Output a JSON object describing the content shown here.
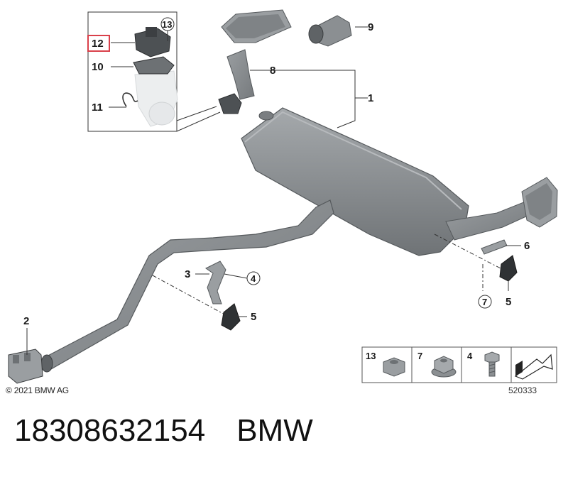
{
  "callouts": {
    "c1": "1",
    "c2": "2",
    "c3": "3",
    "c4": "4",
    "c5a": "5",
    "c5b": "5",
    "c6": "6",
    "c7": "7",
    "c8": "8",
    "c9": "9",
    "c10": "10",
    "c11": "11",
    "c12": "12",
    "c13": "13"
  },
  "legend": [
    {
      "number": "13",
      "icon": "hex-nut-icon"
    },
    {
      "number": "7",
      "icon": "flange-nut-icon"
    },
    {
      "number": "4",
      "icon": "hex-bolt-icon"
    },
    {
      "number": "",
      "icon": "orientation-arrow-icon"
    }
  ],
  "copyright": "© 2021 BMW AG",
  "drawing_number": "520333",
  "part_number": "18308632154",
  "brand": "BMW",
  "colors": {
    "pipe": "#8b8f92",
    "pipe_dark": "#6d7174",
    "highlight_box": "#d9404a"
  }
}
